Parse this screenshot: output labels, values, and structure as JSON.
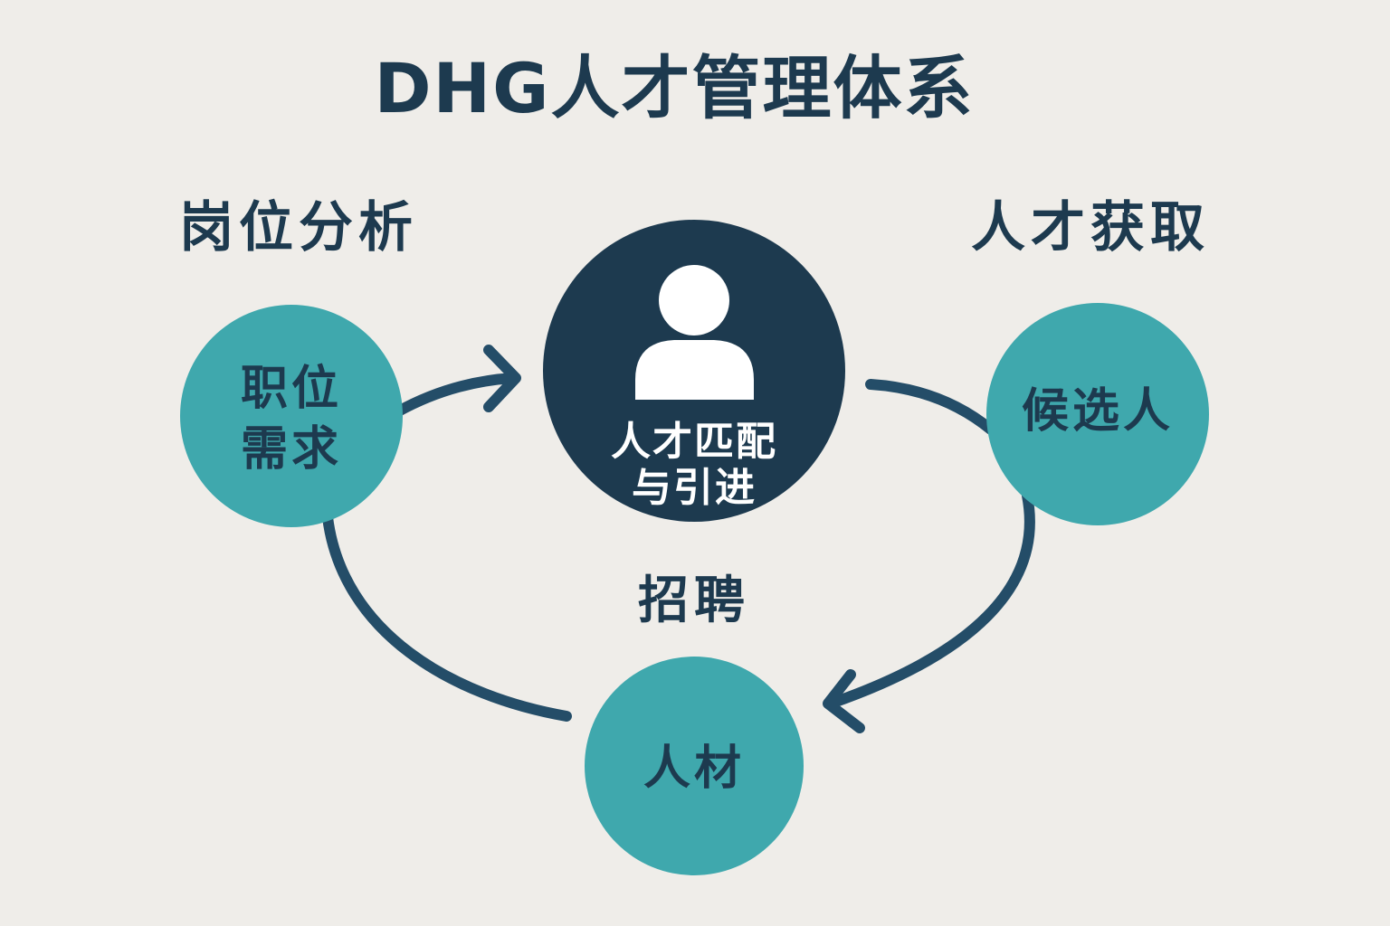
{
  "title": "DHG人才管理体系",
  "section_labels": {
    "left": "岗位分析",
    "right": "人才获取",
    "bottom": "招聘"
  },
  "center_node": {
    "icon": "person-icon",
    "line1": "人才匹配",
    "line2": "与引进"
  },
  "nodes": {
    "left": {
      "line1": "职位",
      "line2": "需求"
    },
    "right": {
      "label": "候选人"
    },
    "bottom": {
      "label": "人材"
    }
  },
  "colors": {
    "background": "#efede9",
    "dark": "#1d3a4f",
    "teal": "#3fa8ad",
    "arrow": "#244d68"
  }
}
